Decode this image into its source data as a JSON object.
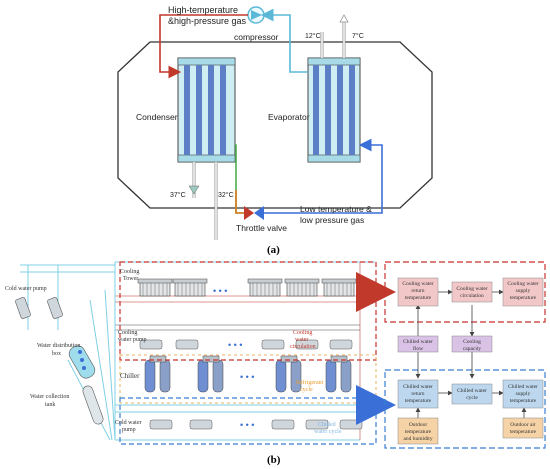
{
  "figure": {
    "caption_a": "(a)",
    "caption_b": "(b)"
  },
  "panel_a": {
    "hp_gas_line1": "High-temperature",
    "hp_gas_line2": "&high-pressure gas",
    "compressor": "compressor",
    "condenser": "Condenser",
    "evaporator": "Evaporator",
    "temp_12": "12°C",
    "temp_7": "7°C",
    "temp_37": "37°C",
    "temp_32": "32°C",
    "throttle": "Throttle valve",
    "lp_gas_line1": "Low temperature &",
    "lp_gas_line2": "low pressure gas"
  },
  "panel_b": {
    "cold_water_pump_left": "Cold water pump",
    "water_distribution_box_1": "Water distribution",
    "water_distribution_box_2": "box",
    "water_collection_tank_1": "Water collection",
    "water_collection_tank_2": "tank",
    "cooling_tower_1": "Cooling",
    "cooling_tower_2": "Tower",
    "cooling_water_pump_1": "Cooling",
    "cooling_water_pump_2": "water pump",
    "cooling_water_circulation_1": "Cooling",
    "cooling_water_circulation_2": "water",
    "cooling_water_circulation_3": "circulation",
    "chiller": "Chiller",
    "refrigerant_cycle_1": "Refrigerant",
    "refrigerant_cycle_2": "cycle",
    "cold_water_pump": "Cold water",
    "cold_water_pump_2": "pump",
    "chilled_water_cycle_1": "Chilled",
    "chilled_water_cycle_2": "water cycle",
    "ellipsis": "• • •",
    "flow": {
      "cw_return_temp": [
        "Cooling water",
        "return",
        "temperature"
      ],
      "cw_circulation": [
        "Cooling water",
        "circulation"
      ],
      "cw_supply_temp": [
        "Cooling water",
        "supply",
        "temperature"
      ],
      "chilled_water_flow": [
        "Chilled water",
        "flow"
      ],
      "cooling_capacity": [
        "Cooling",
        "capacity"
      ],
      "chw_return_temp": [
        "Chilled water",
        "return",
        "temperature"
      ],
      "chw_cycle": [
        "Chilled water",
        "cycle"
      ],
      "chw_supply_temp": [
        "Chilled water",
        "supply",
        "temperature"
      ],
      "outdoor_temp_humidity": [
        "Outdoor",
        "temperature",
        "and humidity"
      ],
      "outdoor_air_temp": [
        "Outdoor air",
        "temperature"
      ]
    }
  },
  "colors": {
    "hot_pipe": "#c0392b",
    "cold_pipe": "#3a6fd8",
    "cyan_pipe": "#5bb8d6",
    "pink_box": "#f2c7c7",
    "purple_box": "#d9c2e6",
    "blue_box": "#bcd7ee",
    "orange_box": "#f6d3a6",
    "red_dash": "#c8322f",
    "blue_dash": "#3b7fd4"
  }
}
